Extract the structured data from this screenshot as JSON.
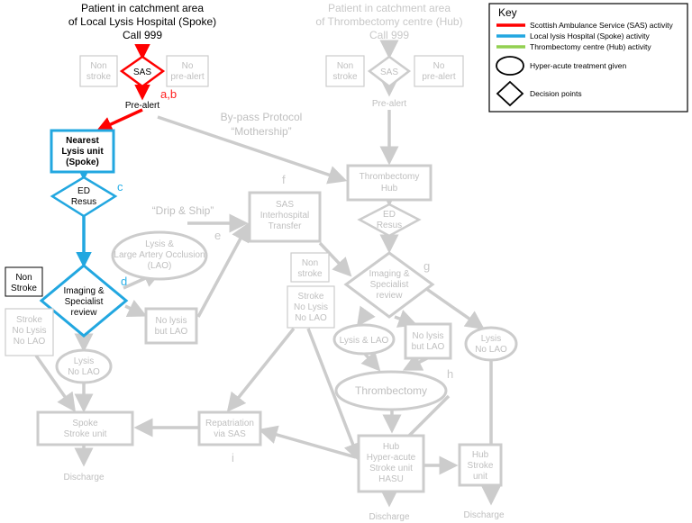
{
  "headers": {
    "spoke": [
      "Patient in catchment area",
      "of Local Lysis Hospital (Spoke)",
      "Call 999"
    ],
    "hub": [
      "Patient in catchment area",
      "of Thrombectomy centre (Hub)",
      "Call 999"
    ]
  },
  "spoke_column": {
    "non_stroke_left": [
      "Non",
      "stroke"
    ],
    "sas": "SAS",
    "no_prealert": [
      "No",
      "pre-alert"
    ],
    "prealert": "Pre-alert",
    "nearest_lysis": [
      "Nearest",
      "Lysis unit",
      "(Spoke)"
    ],
    "ed_resus": [
      "ED",
      "Resus"
    ],
    "non_stroke_black": [
      "Non",
      "Stroke"
    ],
    "imaging": [
      "Imaging &",
      "Specialist",
      "review"
    ],
    "stroke_no_lysis": [
      "Stroke",
      "No Lysis",
      "No LAO"
    ],
    "lysis_no_lao": [
      "Lysis",
      "No LAO"
    ],
    "lysis_lao": [
      "Lysis &",
      "Large Artery Occlusion",
      "(LAO)"
    ],
    "no_lysis_lao": [
      "No lysis",
      "but LAO"
    ],
    "spoke_stroke_unit": [
      "Spoke",
      "Stroke unit"
    ],
    "discharge": "Discharge"
  },
  "middle": {
    "bypass": [
      "By-pass Protocol",
      "“Mothership”"
    ],
    "drip_ship": "“Drip & Ship”",
    "sas_transfer": [
      "SAS",
      "Interhospital",
      "Transfer"
    ],
    "non_stroke_mid": [
      "Non",
      "stroke"
    ],
    "stroke_no_lysis_mid": [
      "Stroke",
      "No Lysis",
      "No LAO"
    ],
    "repatriation": [
      "Repatriation",
      "via SAS"
    ]
  },
  "hub_column": {
    "non_stroke": [
      "Non",
      "stroke"
    ],
    "sas": "SAS",
    "no_prealert": [
      "No",
      "pre-alert"
    ],
    "prealert": "Pre-alert",
    "thrombectomy_hub": [
      "Thrombectomy",
      "Hub"
    ],
    "ed_resus": [
      "ED",
      "Resus"
    ],
    "imaging": [
      "Imaging &",
      "Specialist",
      "review"
    ],
    "lysis_lao": "Lysis & LAO",
    "no_lysis_lao": [
      "No lysis",
      "but LAO"
    ],
    "lysis_no_lao": [
      "Lysis",
      "No LAO"
    ],
    "thrombectomy": "Thrombectomy",
    "hasu": [
      "Hub",
      "Hyper-acute",
      "Stroke unit",
      "HASU"
    ],
    "hub_stroke_unit": [
      "Hub",
      "Stroke",
      "unit"
    ],
    "discharge_hasu": "Discharge",
    "discharge_hub_unit": "Discharge"
  },
  "letters": {
    "ab": "a,b",
    "c": "c",
    "d": "d",
    "e": "e",
    "f": "f",
    "g": "g",
    "h": "h",
    "i": "i"
  },
  "key": {
    "title": "Key",
    "items": [
      {
        "label": "Scottish Ambulance Service (SAS) activity",
        "color": "#ff0000"
      },
      {
        "label": "Local lysis Hospital (Spoke) activity",
        "color": "#22a7e0"
      },
      {
        "label": "Thrombectomy centre (Hub) activity",
        "color": "#92d050"
      }
    ],
    "ellipse_label": "Hyper-acute treatment given",
    "diamond_label": "Decision points"
  }
}
